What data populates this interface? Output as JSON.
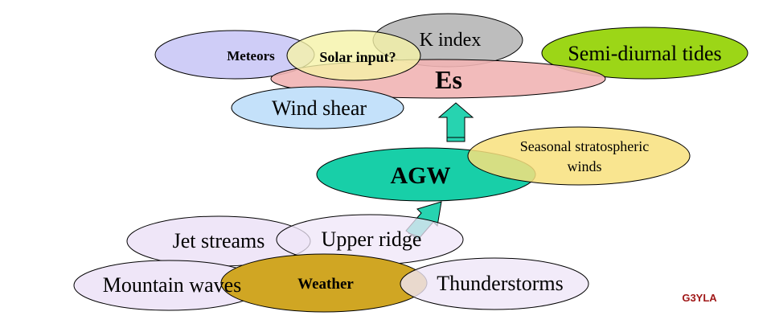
{
  "nodes": {
    "meteors": {
      "label": "Meteors"
    },
    "k_index": {
      "label": "K index"
    },
    "solar_input": {
      "label": "Solar input?"
    },
    "semi_diurnal_tides": {
      "label": "Semi-diurnal tides"
    },
    "es": {
      "label": "Es"
    },
    "wind_shear": {
      "label": "Wind shear"
    },
    "seasonal_winds": {
      "line1": "Seasonal stratospheric",
      "line2": "winds"
    },
    "agw": {
      "label": "AGW"
    },
    "jet_streams": {
      "label": "Jet streams"
    },
    "upper_ridge": {
      "label": "Upper ridge"
    },
    "mountain_waves": {
      "label": "Mountain waves"
    },
    "weather": {
      "label": "Weather"
    },
    "thunderstorms": {
      "label": "Thunderstorms"
    }
  },
  "signature": "G3YLA",
  "colors": {
    "meteors_fill": "#cfcdf7",
    "k_index_fill": "#bdbdbd",
    "solar_fill": "#f5f2a8",
    "solar_text": "#a01818",
    "tides_fill": "#9cd617",
    "es_fill": "#f1b4b4",
    "wind_shear_fill": "#c4e1fa",
    "seasonal_fill": "#f8e07c",
    "agw_fill": "#18cfa8",
    "arrow_fill": "#27d3b0",
    "bottom_oval_fill": "#efe6f8",
    "weather_fill": "#d0a623",
    "signature_text": "#a01818"
  }
}
